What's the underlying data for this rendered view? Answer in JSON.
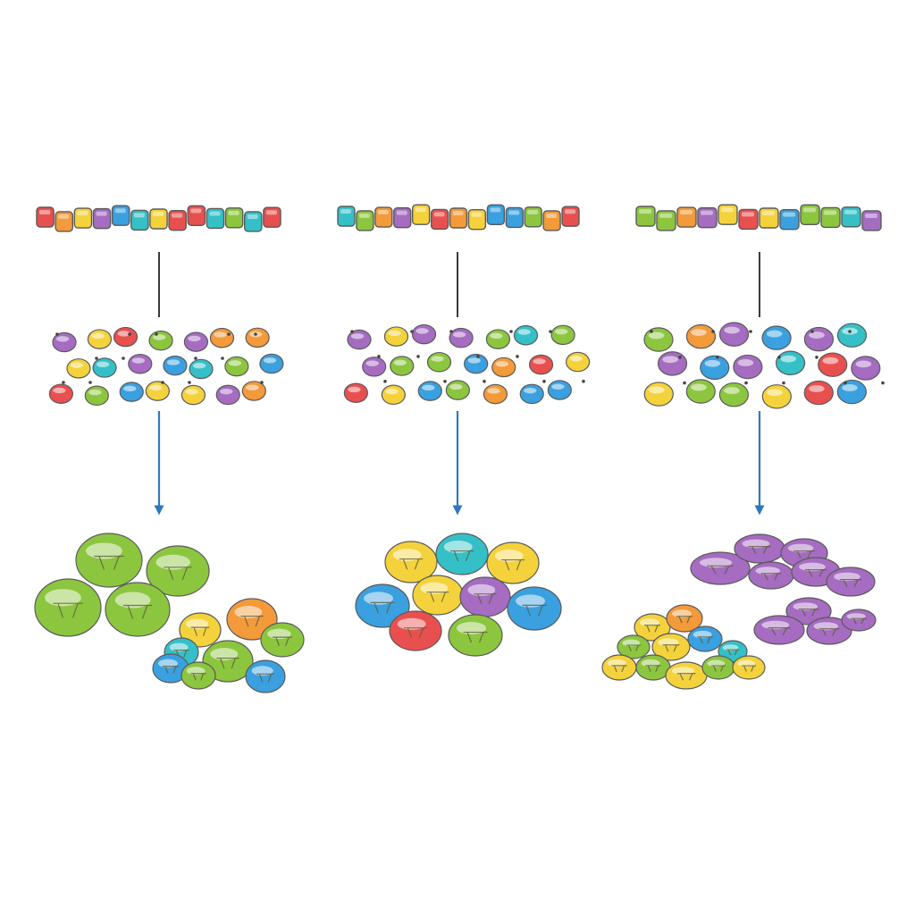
{
  "colors": {
    "red": "#e8504f",
    "orange": "#f39a3a",
    "yellow": "#f4d23c",
    "green": "#8cc63f",
    "teal": "#35c0c8",
    "blue": "#3aa0e0",
    "purple": "#a56cc1",
    "arrow": "#2f78c0",
    "outline": "#5a5a5a",
    "connector": "#3a3a3a"
  },
  "panels": [
    {
      "name": "panel-1",
      "chain": [
        "red",
        "orange",
        "yellow",
        "purple",
        "blue",
        "teal",
        "yellow",
        "red",
        "red",
        "teal",
        "green",
        "teal",
        "red"
      ],
      "pool": [
        "purple",
        "yellow",
        "red",
        "green",
        "purple",
        "orange",
        "orange",
        "yellow",
        "teal",
        "purple",
        "blue",
        "teal",
        "green",
        "blue",
        "red",
        "green",
        "blue",
        "yellow",
        "yellow",
        "purple",
        "orange"
      ],
      "assembly": "green-clusters"
    },
    {
      "name": "panel-2",
      "chain": [
        "teal",
        "green",
        "orange",
        "purple",
        "yellow",
        "red",
        "orange",
        "yellow",
        "blue",
        "blue",
        "green",
        "orange",
        "red"
      ],
      "pool": [
        "purple",
        "yellow",
        "purple",
        "purple",
        "green",
        "teal",
        "green",
        "purple",
        "green",
        "green",
        "blue",
        "orange",
        "red",
        "yellow",
        "red",
        "yellow",
        "blue",
        "green",
        "orange",
        "blue",
        "blue"
      ],
      "assembly": "single-cluster"
    },
    {
      "name": "panel-3",
      "chain": [
        "green",
        "green",
        "orange",
        "purple",
        "yellow",
        "red",
        "yellow",
        "blue",
        "green",
        "green",
        "teal",
        "purple"
      ],
      "pool": [
        "green",
        "orange",
        "purple",
        "blue",
        "purple",
        "teal",
        "purple",
        "blue",
        "purple",
        "teal",
        "red",
        "purple",
        "yellow",
        "green",
        "green",
        "yellow",
        "red",
        "blue"
      ],
      "assembly": "two-clusters"
    }
  ]
}
